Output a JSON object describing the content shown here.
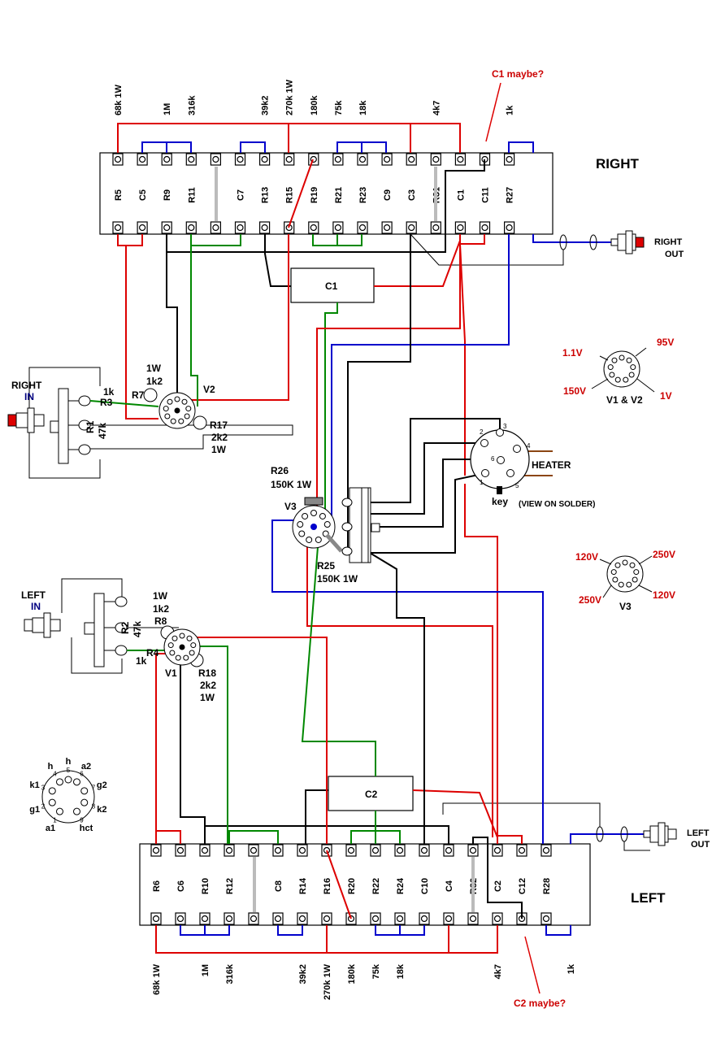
{
  "right_board": {
    "title": "RIGHT",
    "components": [
      "R5",
      "C5",
      "R9",
      "R11",
      "",
      "C7",
      "R13",
      "R15",
      "R19",
      "R21",
      "R23",
      "C9",
      "C3",
      "R31",
      "C1",
      "C11",
      "R27"
    ],
    "top_values": [
      {
        "text": "68k 1W",
        "col": 0
      },
      {
        "text": "1M",
        "col": 2
      },
      {
        "text": "316k",
        "col": 3
      },
      {
        "text": "39k2",
        "col": 6
      },
      {
        "text": "270k 1W",
        "col": 7
      },
      {
        "text": "180k",
        "col": 8
      },
      {
        "text": "75k",
        "col": 9
      },
      {
        "text": "18k",
        "col": 10
      },
      {
        "text": "4k7",
        "col": 13
      },
      {
        "text": "1k",
        "col": 16
      }
    ],
    "note": "C1 maybe?",
    "cap_label": "C1",
    "output_label": [
      "RIGHT",
      "OUT"
    ]
  },
  "left_board": {
    "title": "LEFT",
    "components": [
      "R6",
      "C6",
      "R10",
      "R12",
      "",
      "C8",
      "R14",
      "R16",
      "R20",
      "R22",
      "R24",
      "C10",
      "C4",
      "R32",
      "C2",
      "C12",
      "R28"
    ],
    "bottom_values": [
      {
        "text": "68k 1W",
        "col": 0
      },
      {
        "text": "1M",
        "col": 2
      },
      {
        "text": "316k",
        "col": 3
      },
      {
        "text": "39k2",
        "col": 6
      },
      {
        "text": "270k 1W",
        "col": 7
      },
      {
        "text": "180k",
        "col": 8
      },
      {
        "text": "75k",
        "col": 9
      },
      {
        "text": "18k",
        "col": 10
      },
      {
        "text": "4k7",
        "col": 14
      },
      {
        "text": "1k",
        "col": 17
      }
    ],
    "note": "C2 maybe?",
    "cap_label": "C2",
    "output_label": [
      "LEFT",
      "OUT"
    ]
  },
  "right_input": {
    "label_a": "RIGHT",
    "label_b": "IN",
    "r3": "R3",
    "r3_val": "1k",
    "r1": "R1",
    "r1_val": "47k",
    "r7": "R7",
    "r7_val_a": "1W",
    "r7_val_b": "1k2",
    "tube": "V2",
    "r17": "R17",
    "r17_val_a": "2k2",
    "r17_val_b": "1W"
  },
  "left_input": {
    "label_a": "LEFT",
    "label_b": "IN",
    "r2": "R2",
    "r2_val": "47k",
    "r4": "R4",
    "r4_val": "1k",
    "r8": "R8",
    "r8_val_a": "1W",
    "r8_val_b": "1k2",
    "tube": "V1",
    "r18": "R18",
    "r18_val_a": "2k2",
    "r18_val_b": "1W"
  },
  "v3": {
    "tube": "V3",
    "r26_a": "R26",
    "r26_b": "150K 1W",
    "r25_a": "R25",
    "r25_b": "150K 1W"
  },
  "heater": {
    "label": "HEATER",
    "key": "key",
    "view": "(VIEW ON SOLDER)",
    "pins": [
      "1",
      "2",
      "3",
      "4",
      "5",
      "6"
    ]
  },
  "v12_voltages": {
    "tl": "1.1V",
    "tr": "95V",
    "bl": "150V",
    "br": "1V",
    "caption": "V1 & V2"
  },
  "v3_voltages": {
    "tl": "120V",
    "tr": "250V",
    "bl": "250V",
    "br": "120V",
    "caption": "V3"
  },
  "pinout": {
    "labels": [
      "h",
      "h",
      "a2",
      "g2",
      "k2",
      "hct",
      "a1",
      "g1",
      "k1"
    ],
    "numbers": [
      "4",
      "5",
      "6",
      "7",
      "8",
      "9",
      "1",
      "2",
      "3"
    ]
  },
  "colors": {
    "red": "#dd0000",
    "blue": "#0000cc",
    "green": "#008800",
    "black": "#000000",
    "grey": "#bbbbbb",
    "brown": "#8b4513"
  }
}
